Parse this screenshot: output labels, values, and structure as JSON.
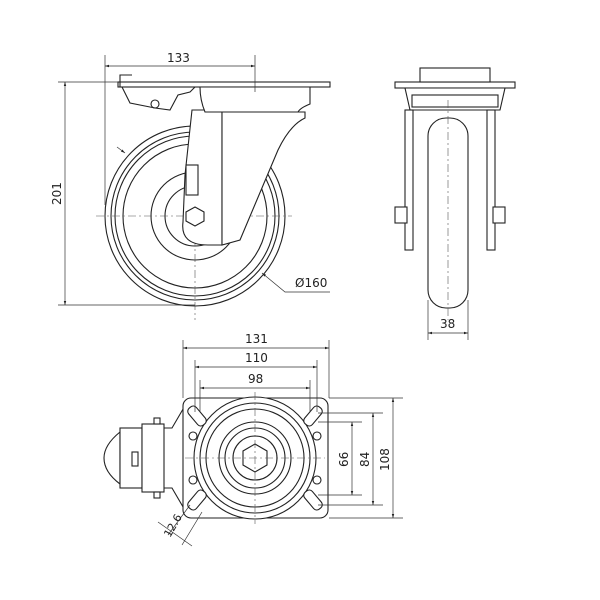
{
  "drawing": {
    "side_view": {
      "dimensions": {
        "plate_offset": "133",
        "overall_height": "201",
        "wheel_diameter": "Ø160"
      }
    },
    "front_view": {
      "dimensions": {
        "wheel_width": "38"
      }
    },
    "bottom_view": {
      "dimensions": {
        "plate_length": "131",
        "hole_spacing_outer_x": "110",
        "hole_spacing_inner_x": "98",
        "hole_spacing_inner_y": "66",
        "hole_spacing_outer_y": "84",
        "plate_width": "108",
        "slot_width": "12.6"
      }
    }
  }
}
